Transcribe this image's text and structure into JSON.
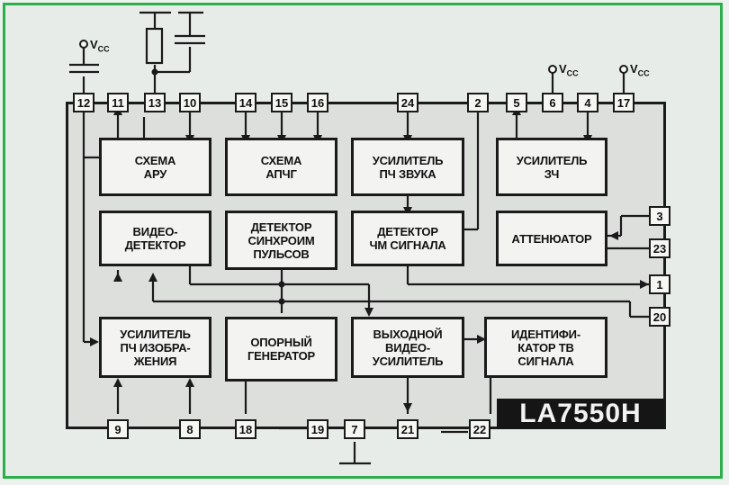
{
  "chip": {
    "model": "LA7550H"
  },
  "supply_label": "V",
  "supply_subscript": "CC",
  "blocks": {
    "agc": "СХЕМА\nАРУ",
    "afc": "СХЕМА\nАПЧГ",
    "sound_if_amp": "УСИЛИТЕЛЬ\nПЧ ЗВУКА",
    "audio_amp": "УСИЛИТЕЛЬ\nЗЧ",
    "video_detector": "ВИДЕО-\nДЕТЕКТОР",
    "sync_detector": "ДЕТЕКТОР\nСИНХРОИМ\nПУЛЬСОВ",
    "fm_detector": "ДЕТЕКТОР\nЧМ СИГНАЛА",
    "attenuator": "АТТЕНЮАТОР",
    "if_amp": "УСИЛИТЕЛЬ\nПЧ ИЗОБРА-\nЖЕНИЯ",
    "ref_osc": "ОПОРНЫЙ\nГЕНЕРАТОР",
    "video_out_amp": "ВЫХОДНОЙ\nВИДЕО-\nУСИЛИТЕЛЬ",
    "tv_id": "ИДЕНТИФИ-\nКАТОР ТВ\nСИГНАЛА"
  },
  "pins": {
    "top": [
      "12",
      "11",
      "13",
      "10",
      "14",
      "15",
      "16",
      "24",
      "2",
      "5",
      "6",
      "4",
      "17"
    ],
    "right": [
      "3",
      "23",
      "1",
      "20"
    ],
    "bottom": [
      "9",
      "8",
      "18",
      "19",
      "7",
      "21",
      "22"
    ]
  }
}
